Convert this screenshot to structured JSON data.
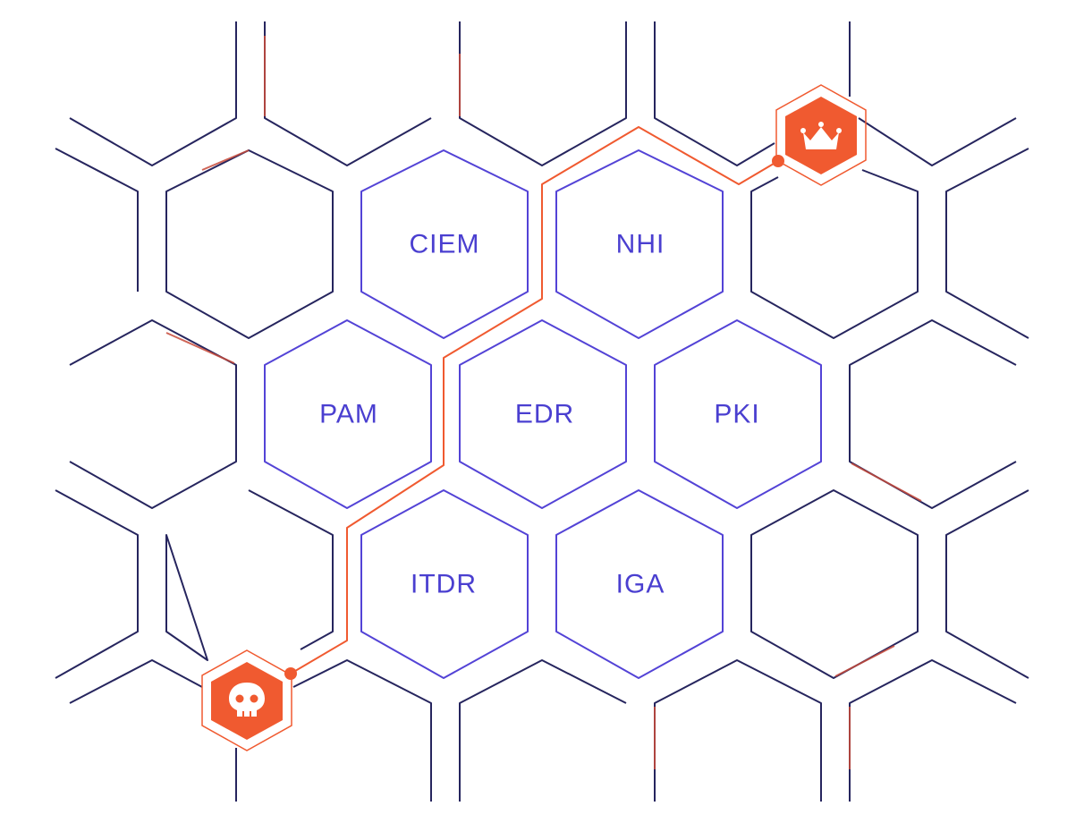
{
  "diagram": {
    "capabilities": [
      {
        "label": "CIEM"
      },
      {
        "label": "NHI"
      },
      {
        "label": "PAM"
      },
      {
        "label": "EDR"
      },
      {
        "label": "PKI"
      },
      {
        "label": "ITDR"
      },
      {
        "label": "IGA"
      }
    ],
    "start_node": {
      "icon": "skull-icon"
    },
    "target_node": {
      "icon": "crown-icon"
    },
    "colors": {
      "grid_line": "#26255e",
      "label_hex": "#5343d6",
      "label_text": "#4a3fd0",
      "attack_path": "#f05a30",
      "background": "#ffffff"
    }
  }
}
